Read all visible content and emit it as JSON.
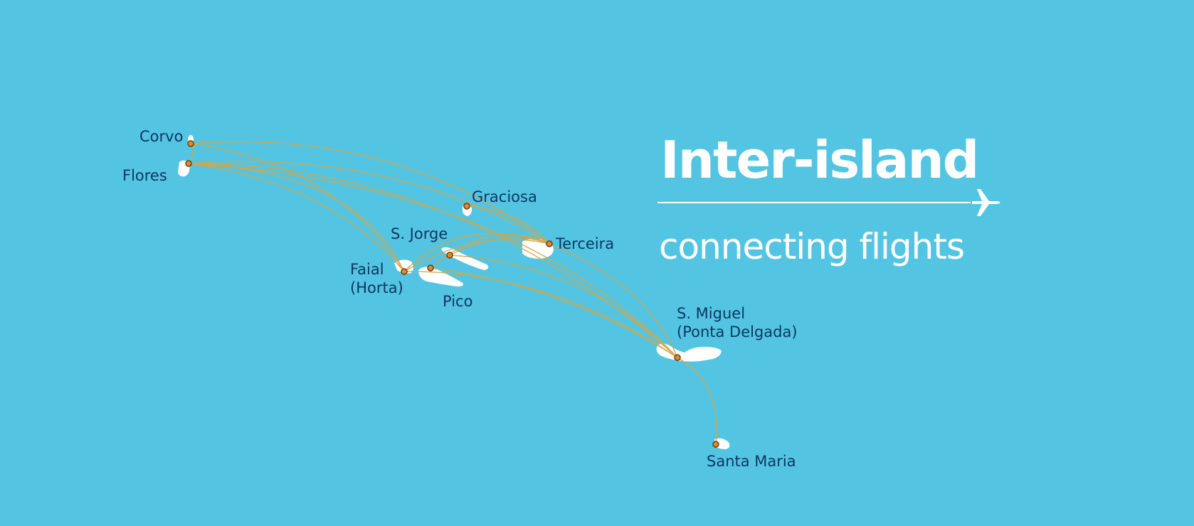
{
  "header": {
    "title": "Inter-island",
    "subtitle": "connecting flights"
  },
  "icons": {
    "plane": "airplane-icon"
  },
  "colors": {
    "background": "#53c5e3",
    "island": "#ffffff",
    "label": "#0f3663",
    "route": "#d3a64a",
    "airport_marker_fill": "#e1892f",
    "airport_marker_stroke": "#6b3f10"
  },
  "islands": {
    "corvo": {
      "label": "Corvo"
    },
    "flores": {
      "label": "Flores"
    },
    "graciosa": {
      "label": "Graciosa"
    },
    "terceira": {
      "label": "Terceira"
    },
    "sjorge": {
      "label": "S. Jorge"
    },
    "faial": {
      "label_line1": "Faial",
      "label_line2": "(Horta)"
    },
    "pico": {
      "label": "Pico"
    },
    "smiguel": {
      "label_line1": "S. Miguel",
      "label_line2": "(Ponta Delgada)"
    },
    "santamaria": {
      "label": "Santa Maria"
    }
  }
}
